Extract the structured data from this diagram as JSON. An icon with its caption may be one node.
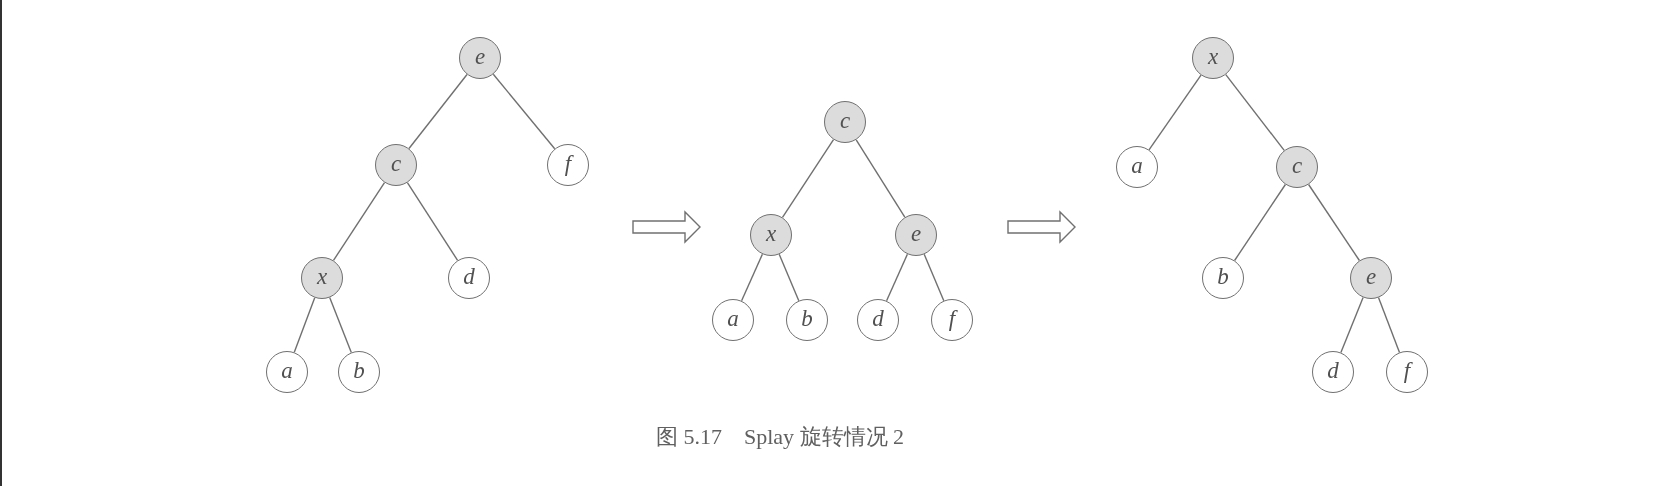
{
  "diagram": {
    "caption": "图 5.17　Splay 旋转情况 2",
    "nodes": [
      {
        "text": [
          "e"
        ]
      },
      {
        "text": [
          "c"
        ]
      },
      {
        "text": [
          "f"
        ]
      },
      {
        "text": [
          "x"
        ]
      },
      {
        "text": [
          "d"
        ]
      },
      {
        "text": [
          "a"
        ]
      },
      {
        "text": [
          "b"
        ]
      },
      {
        "text": [
          "c"
        ]
      },
      {
        "text": [
          "x"
        ]
      },
      {
        "text": [
          "e"
        ]
      },
      {
        "text": [
          "a"
        ]
      },
      {
        "text": [
          "b"
        ]
      },
      {
        "text": [
          "d"
        ]
      },
      {
        "text": [
          "f"
        ]
      },
      {
        "text": [
          "x"
        ]
      },
      {
        "text": [
          "a"
        ]
      },
      {
        "text": [
          "c"
        ]
      },
      {
        "text": [
          "b"
        ]
      },
      {
        "text": [
          "e"
        ]
      },
      {
        "text": [
          "d"
        ]
      },
      {
        "text": [
          "f"
        ]
      }
    ],
    "edges": [
      {
        "from": 0,
        "to": 1,
        "arrow": "none"
      },
      {
        "from": 0,
        "to": 2,
        "arrow": "none"
      },
      {
        "from": 1,
        "to": 3,
        "arrow": "none"
      },
      {
        "from": 1,
        "to": 4,
        "arrow": "none"
      },
      {
        "from": 3,
        "to": 5,
        "arrow": "none"
      },
      {
        "from": 3,
        "to": 6,
        "arrow": "none"
      },
      {
        "from": 7,
        "to": 8,
        "arrow": "none"
      },
      {
        "from": 7,
        "to": 9,
        "arrow": "none"
      },
      {
        "from": 8,
        "to": 10,
        "arrow": "none"
      },
      {
        "from": 8,
        "to": 11,
        "arrow": "none"
      },
      {
        "from": 9,
        "to": 12,
        "arrow": "none"
      },
      {
        "from": 9,
        "to": 13,
        "arrow": "none"
      },
      {
        "from": 14,
        "to": 15,
        "arrow": "none"
      },
      {
        "from": 14,
        "to": 16,
        "arrow": "none"
      },
      {
        "from": 16,
        "to": 17,
        "arrow": "none"
      },
      {
        "from": 16,
        "to": 18,
        "arrow": "none"
      },
      {
        "from": 18,
        "to": 19,
        "arrow": "none"
      },
      {
        "from": 18,
        "to": 20,
        "arrow": "none"
      }
    ]
  }
}
